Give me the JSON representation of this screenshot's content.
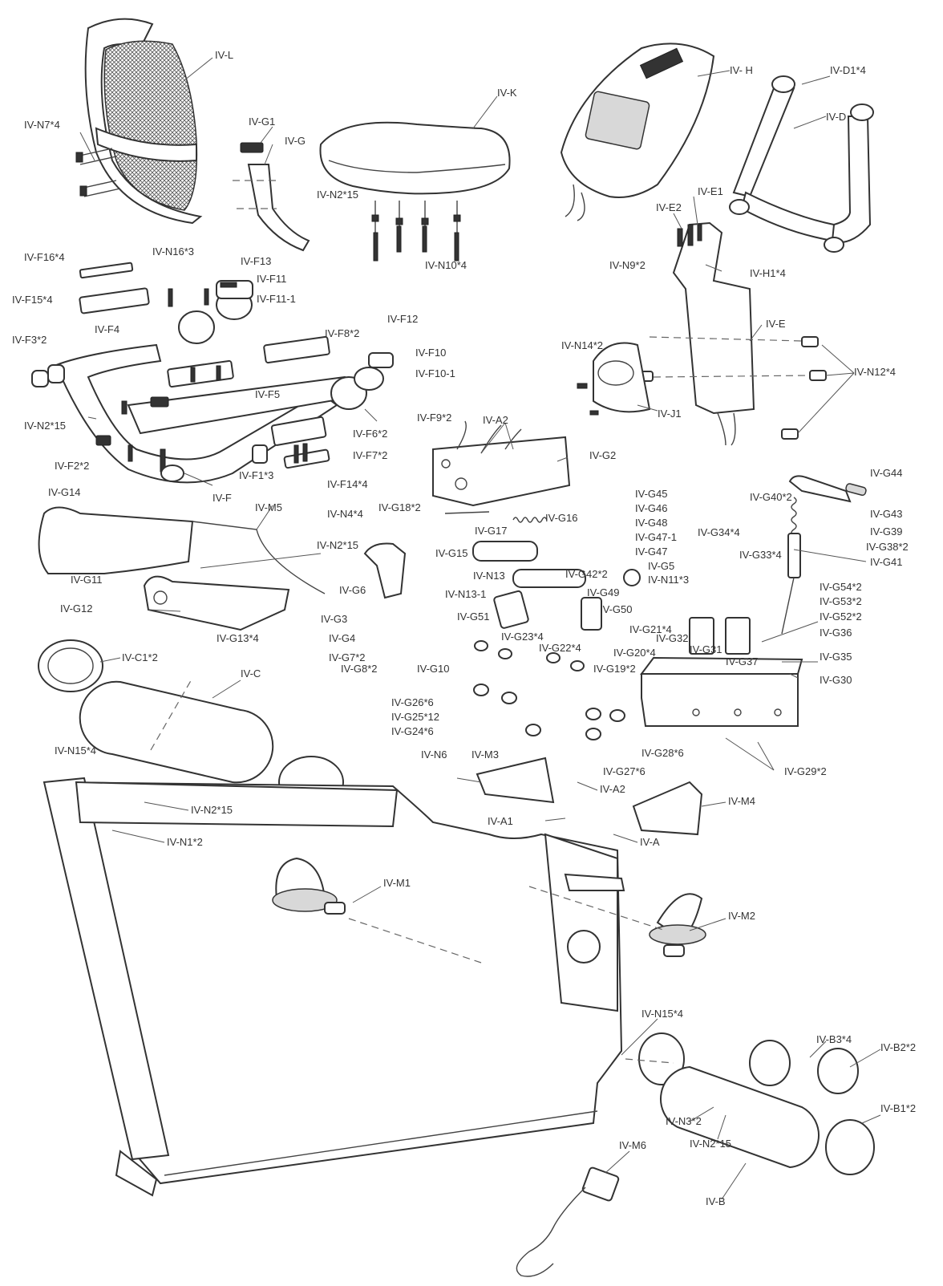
{
  "labels": {
    "L": "IV-L",
    "N7": "IV-N7*4",
    "G1": "IV-G1",
    "G": "IV-G",
    "K": "IV-K",
    "H": "IV- H",
    "D1": "IV-D1*4",
    "D": "IV-D",
    "N2_seat": "IV-N2*15",
    "N10": "IV-N10*4",
    "E1": "IV-E1",
    "E2": "IV-E2",
    "N9": "IV-N9*2",
    "H1": "IV-H1*4",
    "E": "IV-E",
    "F16": "IV-F16*4",
    "N16": "IV-N16*3",
    "F13": "IV-F13",
    "F11": "IV-F11",
    "F11_1": "IV-F11-1",
    "F15": "IV-F15*4",
    "F4": "IV-F4",
    "F3": "IV-F3*2",
    "F8": "IV-F8*2",
    "F12": "IV-F12",
    "F10": "IV-F10",
    "F10_1": "IV-F10-1",
    "F5": "IV-F5",
    "F9": "IV-F9*2",
    "F6": "IV-F6*2",
    "N2_handle": "IV-N2*15",
    "F2": "IV-F2*2",
    "F1": "IV-F1*3",
    "F7": "IV-F7*2",
    "F14": "IV-F14*4",
    "F": "IV-F",
    "N14": "IV-N14*2",
    "N12": "IV-N12*4",
    "J1": "IV-J1",
    "A2_top": "IV-A2",
    "G2": "IV-G2",
    "G14": "IV-G14",
    "M5": "IV-M5",
    "N4": "IV-N4*4",
    "G18": "IV-G18*2",
    "G16": "IV-G16",
    "G17": "IV-G17",
    "G45": "IV-G45",
    "G46": "IV-G46",
    "G48": "IV-G48",
    "G47_1": "IV-G47-1",
    "G47": "IV-G47",
    "N2_mid": "IV-N2*15",
    "G15": "IV-G15",
    "G11": "IV-G11",
    "N13": "IV-N13",
    "G42": "IV-G42*2",
    "G5": "IV-G5",
    "N11": "IV-N11*3",
    "G49": "IV-G49",
    "G6": "IV-G6",
    "N13_1": "IV-N13-1",
    "G50": "IV-G50",
    "G12": "IV-G12",
    "G51": "IV-G51",
    "G3": "IV-G3",
    "G4": "IV-G4",
    "G13": "IV-G13*4",
    "G23": "IV-G23*4",
    "G21": "IV-G21*4",
    "G22": "IV-G22*4",
    "G20": "IV-G20*4",
    "G7": "IV-G7*2",
    "G8": "IV-G8*2",
    "G19": "IV-G19*2",
    "G10": "IV-G10",
    "G40": "IV-G40*2",
    "G44": "IV-G44",
    "G43": "IV-G43",
    "G39": "IV-G39",
    "G38": "IV-G38*2",
    "G34": "IV-G34*4",
    "G33": "IV-G33*4",
    "G41": "IV-G41",
    "G54": "IV-G54*2",
    "G53": "IV-G53*2",
    "G52": "IV-G52*2",
    "G36": "IV-G36",
    "G32": "IV-G32",
    "G31": "IV-G31",
    "G37": "IV-G37",
    "G35": "IV-G35",
    "G30": "IV-G30",
    "C1": "IV-C1*2",
    "C": "IV-C",
    "G26": "IV-G26*6",
    "G25": "IV-G25*12",
    "G24": "IV-G24*6",
    "G28": "IV-G28*6",
    "G27": "IV-G27*6",
    "G29": "IV-G29*2",
    "N6": "IV-N6",
    "M3": "IV-M3",
    "A2_bot": "IV-A2",
    "M4": "IV-M4",
    "A1": "IV-A1",
    "A": "IV-A",
    "N15_left": "IV-N15*4",
    "N2_left": "IV-N2*15",
    "N1": "IV-N1*2",
    "M1": "IV-M1",
    "M2": "IV-M2",
    "N15_right": "IV-N15*4",
    "B3": "IV-B3*4",
    "B2": "IV-B2*2",
    "B1": "IV-B1*2",
    "N3": "IV-N3*2",
    "N2_right": "IV-N2*15",
    "B": "IV-B",
    "M6": "IV-M6"
  },
  "colors": {
    "line": "#333333",
    "background": "#ffffff"
  }
}
